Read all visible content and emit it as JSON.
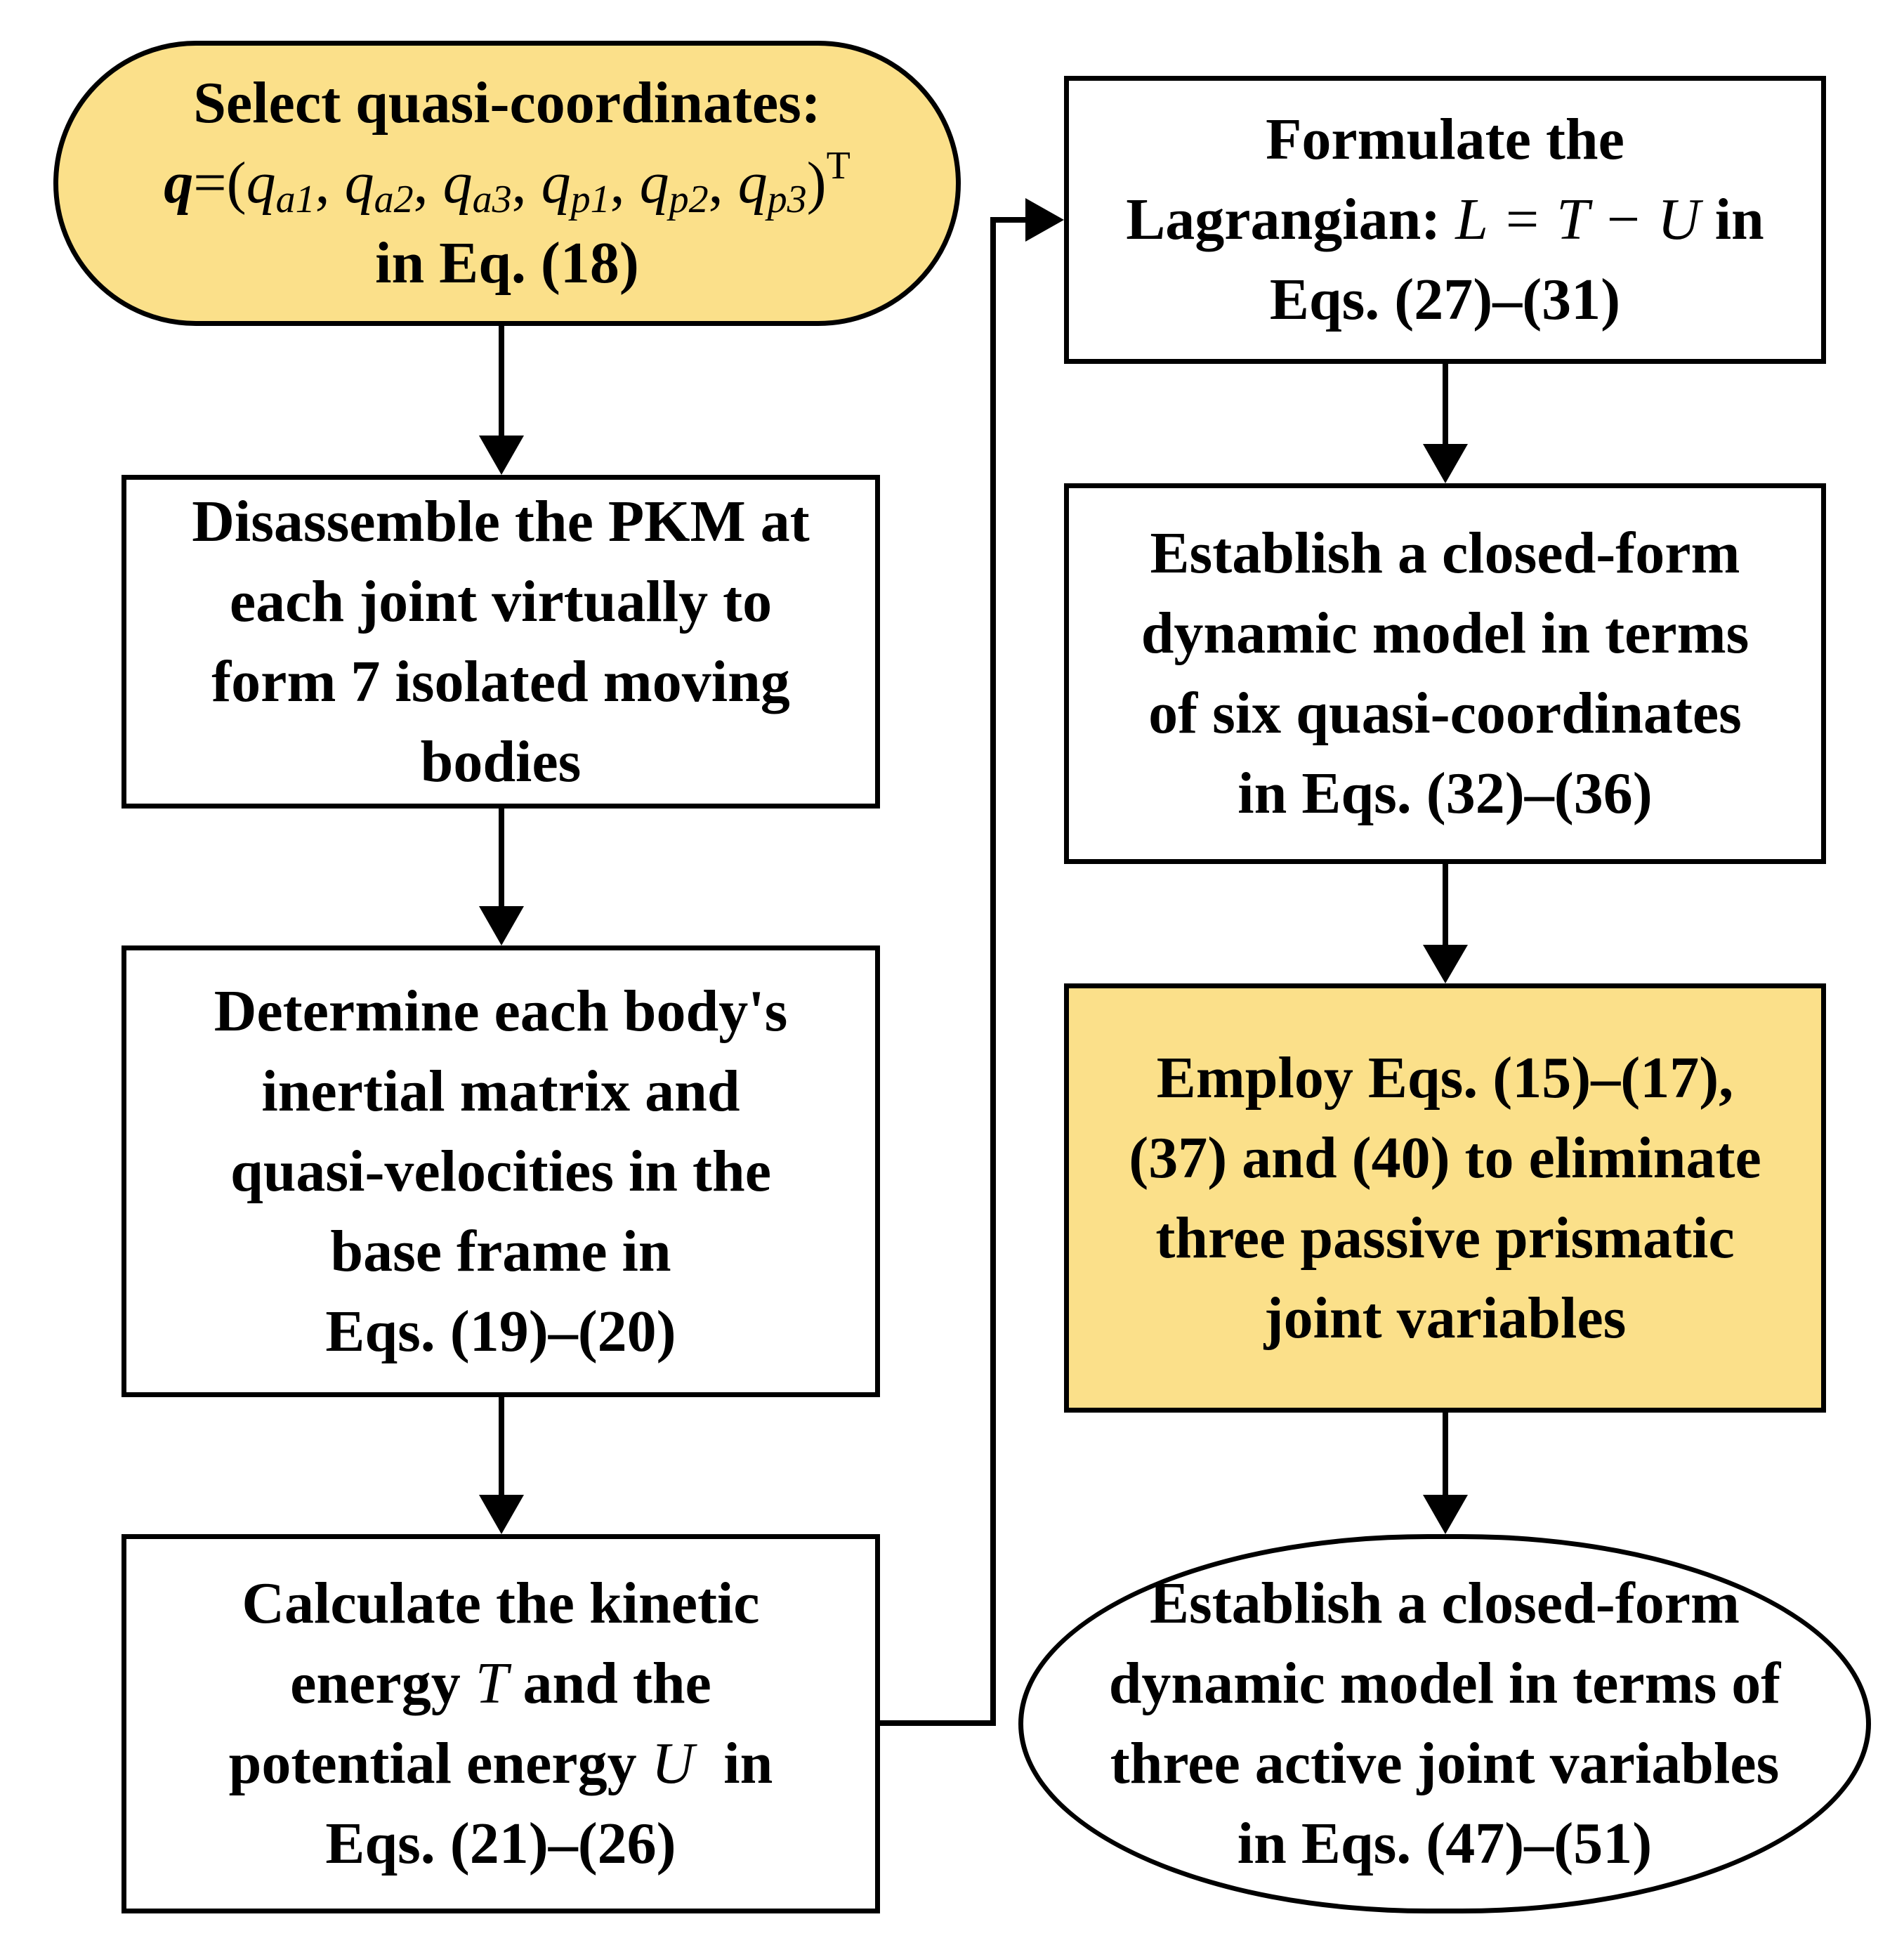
{
  "colors": {
    "highlight": "#FBE08A",
    "stroke": "#000000",
    "plain": "#FFFFFF"
  },
  "nodes": {
    "select": {
      "line1": "Select quasi-coordinates:",
      "q": "q",
      "eq": "=(",
      "qa1": "q",
      "qa1_sub": "a1",
      "c1": ", ",
      "qa2": "q",
      "qa2_sub": "a2",
      "c2": ", ",
      "qa3": "q",
      "qa3_sub": "a3",
      "c3": ", ",
      "qp1": "q",
      "qp1_sub": "p1",
      "c4": ", ",
      "qp2": "q",
      "qp2_sub": "p2",
      "c5": ", ",
      "qp3": "q",
      "qp3_sub": "p3",
      "close": ")",
      "sup": "T",
      "line3": "in Eq. (18)"
    },
    "disassemble": {
      "lines": [
        "Disassemble the PKM at",
        "each joint virtually to",
        "form 7 isolated moving",
        "bodies"
      ]
    },
    "determine": {
      "lines": [
        "Determine each body's",
        "inertial matrix and",
        "quasi-velocities in the",
        "base frame in",
        "Eqs. (19)–(20)"
      ]
    },
    "calculate": {
      "l1": "Calculate the kinetic",
      "l2a": "energy ",
      "l2b": "T",
      "l2c": " and the",
      "l3a": "potential energy ",
      "l3b": "U",
      "l3c": "  in",
      "l4": "Eqs. (21)–(26)"
    },
    "formulate": {
      "l1": "Formulate the",
      "l2a": "Lagrangian: ",
      "l2b": "L = T − U",
      "l2c": " in",
      "l3": "Eqs. (27)–(31)"
    },
    "establish6": {
      "lines": [
        "Establish a closed-form",
        "dynamic model in terms",
        "of six quasi-coordinates",
        "in Eqs. (32)–(36)"
      ]
    },
    "employ": {
      "lines": [
        "Employ Eqs. (15)–(17),",
        "(37) and (40) to eliminate",
        "three passive prismatic",
        "joint variables"
      ]
    },
    "establish3": {
      "lines": [
        "Establish a closed-form",
        "dynamic model in terms of",
        "three active joint variables",
        "in Eqs. (47)–(51)"
      ]
    }
  }
}
